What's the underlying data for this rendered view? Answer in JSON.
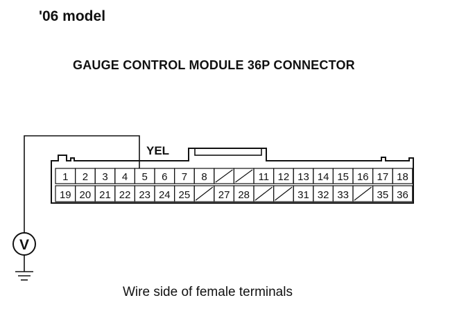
{
  "model_label": "'06 model",
  "title": "GAUGE CONTROL MODULE 36P CONNECTOR",
  "wire_color": "YEL",
  "caption": "Wire side of female terminals",
  "meter_symbol": "V",
  "connector": {
    "top_row": [
      "1",
      "2",
      "3",
      "4",
      "5",
      "6",
      "7",
      "8",
      "",
      "",
      "11",
      "12",
      "13",
      "14",
      "15",
      "16",
      "17",
      "18"
    ],
    "bottom_row": [
      "19",
      "20",
      "21",
      "22",
      "23",
      "24",
      "25",
      "",
      "27",
      "28",
      "",
      "",
      "31",
      "32",
      "33",
      "",
      "35",
      "36"
    ]
  },
  "colors": {
    "line": "#111111",
    "background": "#ffffff"
  }
}
